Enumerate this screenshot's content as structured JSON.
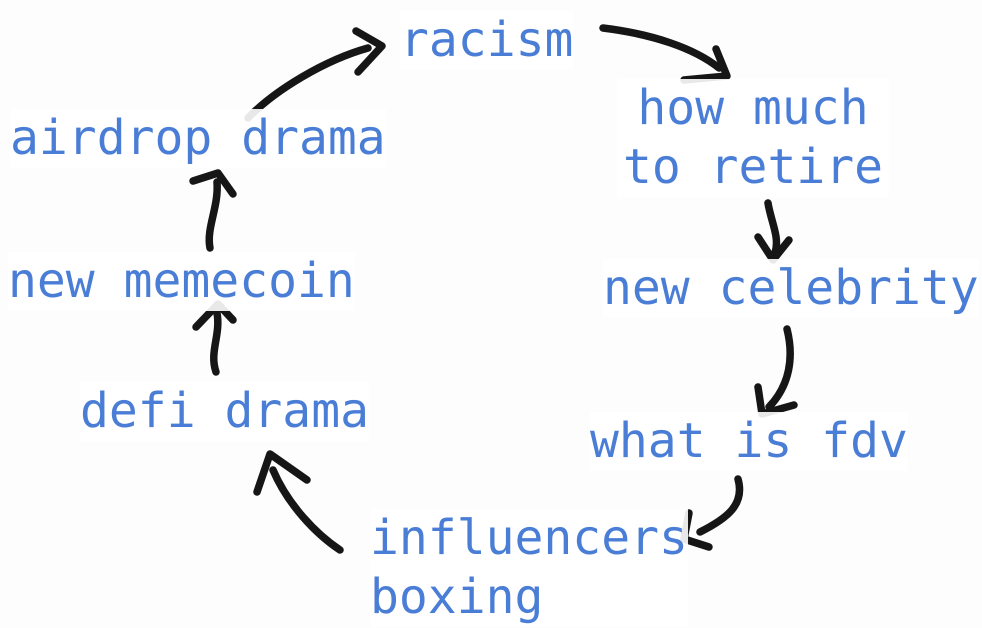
{
  "diagram": {
    "type": "cycle",
    "text_color": "#4a7ed6",
    "arrow_color": "#161616",
    "background_color": "#fdfdfd",
    "nodes": [
      {
        "id": "racism",
        "label": "racism"
      },
      {
        "id": "how-much-to-retire",
        "label": "how much\nto retire"
      },
      {
        "id": "new-celebrity",
        "label": "new celebrity"
      },
      {
        "id": "what-is-fdv",
        "label": "what is fdv"
      },
      {
        "id": "influencers-boxing",
        "label": "influencers\nboxing"
      },
      {
        "id": "defi-drama",
        "label": "defi drama"
      },
      {
        "id": "new-memecoin",
        "label": "new memecoin"
      },
      {
        "id": "airdrop-drama",
        "label": "airdrop drama"
      }
    ],
    "edges": [
      {
        "from": "racism",
        "to": "how-much-to-retire"
      },
      {
        "from": "how-much-to-retire",
        "to": "new-celebrity"
      },
      {
        "from": "new-celebrity",
        "to": "what-is-fdv"
      },
      {
        "from": "what-is-fdv",
        "to": "influencers-boxing"
      },
      {
        "from": "influencers-boxing",
        "to": "defi-drama"
      },
      {
        "from": "defi-drama",
        "to": "new-memecoin"
      },
      {
        "from": "new-memecoin",
        "to": "airdrop-drama"
      },
      {
        "from": "airdrop-drama",
        "to": "racism"
      }
    ]
  }
}
